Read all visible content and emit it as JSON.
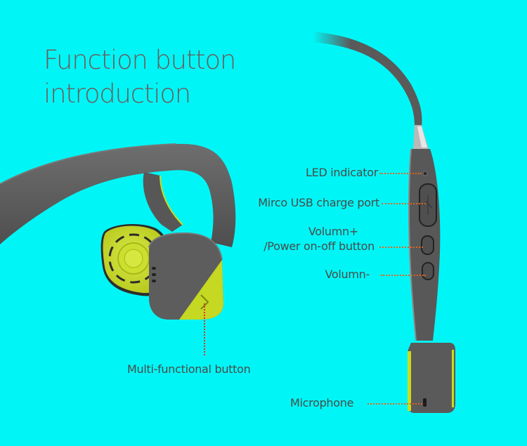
{
  "page": {
    "title_line1": "Function button",
    "title_line2": "introduction",
    "background_color": "#00f6f6",
    "title_color": "#6a5e5e"
  },
  "product": {
    "name": "bone-conduction-headphones",
    "body_color": "#5b5b5b",
    "accent_color": "#c9dc1e",
    "leader_color": "#e0661e"
  },
  "callouts": [
    {
      "id": "led",
      "label": "LED indicator"
    },
    {
      "id": "usb",
      "label": "Mirco USB charge port"
    },
    {
      "id": "vol_up",
      "label_line1": "Volumn+",
      "label_line2": "/Power on-off button"
    },
    {
      "id": "vol_down",
      "label": "Volumn-"
    },
    {
      "id": "multi",
      "label": "Multi-functional button"
    },
    {
      "id": "mic",
      "label": "Microphone"
    }
  ]
}
